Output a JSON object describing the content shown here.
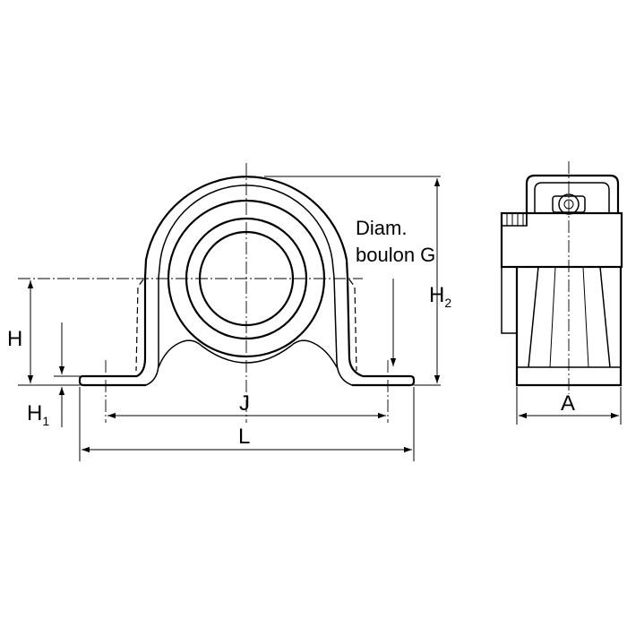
{
  "labels": {
    "diam_line1": "Diam.",
    "diam_line2": "boulon G",
    "H": "H",
    "H1_main": "H",
    "H1_sub": "1",
    "H2_main": "H",
    "H2_sub": "2",
    "J": "J",
    "L": "L",
    "A": "A"
  },
  "colors": {
    "line": "#000000",
    "background": "#ffffff"
  }
}
